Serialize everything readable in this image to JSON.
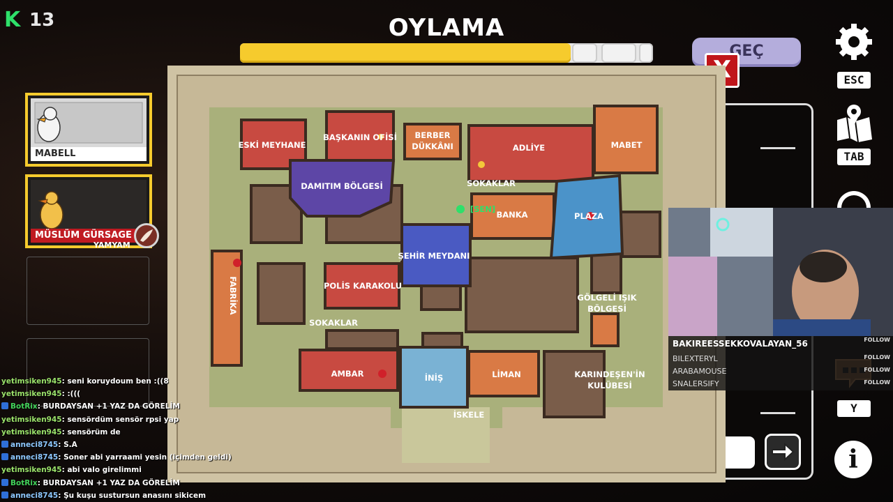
{
  "hud": {
    "logo_letter": "K",
    "player_count": "13"
  },
  "vote": {
    "title": "OYLAMA",
    "progress": 0.8,
    "skip_label": "GEÇ",
    "close_label": "X"
  },
  "right_menu": {
    "settings_key": "ESC",
    "map_key": "TAB",
    "extra_key": "Y"
  },
  "players": [
    {
      "name": "MABELL",
      "status": ""
    },
    {
      "name": "MÜSLÜM GÜRSAGE",
      "status": "YAMYAM"
    }
  ],
  "map": {
    "rooms": {
      "eski_meyhane": "ESKİ MEYHANE",
      "baskanin_ofisi": "BAŞKANIN OFİSİ",
      "berber_1": "BERBER",
      "berber_2": "DÜKKÂNI",
      "adliye": "ADLİYE",
      "mabet": "MABET",
      "damitim": "DAMITIM BÖLGESİ",
      "sokaklar_top": "SOKAKLAR",
      "sen": "[SEN]",
      "banka": "BANKA",
      "plaza": "PLAZA",
      "fabrika": "FABRİKA",
      "sehir": "ŞEHİR MEYDANI",
      "polis": "POLİS KARAKOLU",
      "golgeli_1": "GÖLGELİ IŞIK",
      "golgeli_2": "BÖLGESİ",
      "sokaklar_left": "SOKAKLAR",
      "ambar": "AMBAR",
      "inis": "İNİŞ",
      "liman": "LİMAN",
      "karindesen_1": "KARINDEŞEN'İN",
      "karindesen_2": "KULÜBESİ",
      "iskele": "İSKELE"
    }
  },
  "chat": [
    {
      "user": "yetimsiken945",
      "color": "green-light",
      "badge": false,
      "msg": ": seni koruydoum ben :((8"
    },
    {
      "user": "yetimsiken945",
      "color": "green-light",
      "badge": false,
      "msg": ": :((("
    },
    {
      "user": "BotRix",
      "color": "green",
      "badge": true,
      "msg": ": BURDAYSAN +1 YAZ DA GÖRELİM"
    },
    {
      "user": "yetimsiken945",
      "color": "green-light",
      "badge": false,
      "msg": ": sensördüm sensör rpsi yap"
    },
    {
      "user": "yetimsiken945",
      "color": "green-light",
      "badge": false,
      "msg": ": sensörüm de"
    },
    {
      "user": "anneci8745",
      "color": "blue",
      "badge": true,
      "msg": ": S.A"
    },
    {
      "user": "anneci8745",
      "color": "blue",
      "badge": true,
      "msg": ": Soner abi yarraami yesin (içimden geldi)"
    },
    {
      "user": "yetimsiken945",
      "color": "green-light",
      "badge": false,
      "msg": ": abi valo girelimmi"
    },
    {
      "user": "BotRix",
      "color": "green",
      "badge": true,
      "msg": ": BURDAYSAN +1 YAZ DA GÖRELİM"
    },
    {
      "user": "anneci8745",
      "color": "blue",
      "badge": true,
      "msg": ": Şu kuşu sustursun anasını sikicem"
    }
  ],
  "stream": {
    "latest_follower": "BAKIREESSEKKOVALAYAN_56",
    "followers": [
      "BILEXTERYL",
      "ARABAMOUSE",
      "SNALERSIFY"
    ],
    "follow_tag": "FOLLOW"
  }
}
